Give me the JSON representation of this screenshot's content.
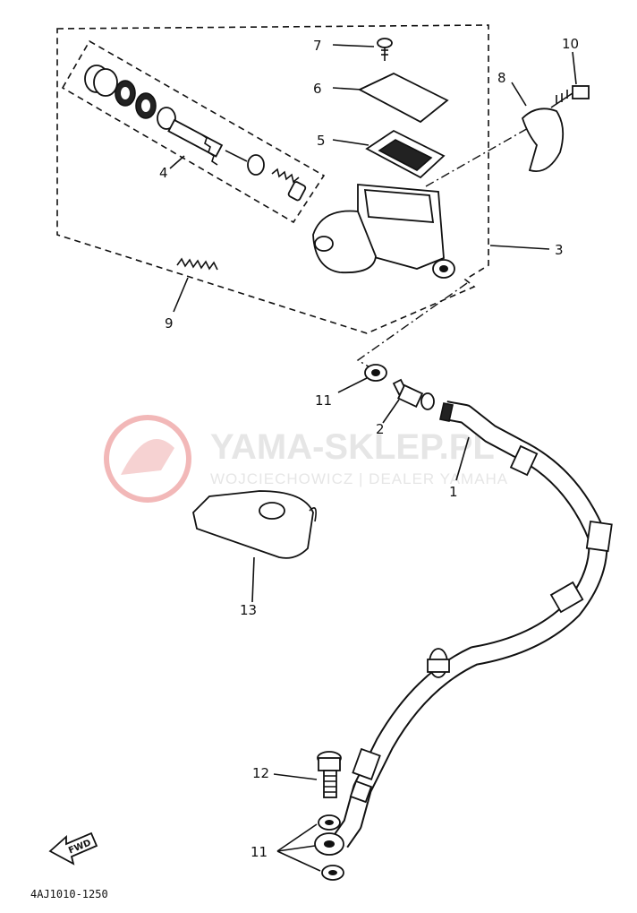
{
  "callouts": {
    "c1": "1",
    "c2": "2",
    "c3": "3",
    "c4": "4",
    "c5": "5",
    "c6": "6",
    "c7": "7",
    "c8": "8",
    "c9": "9",
    "c10": "10",
    "c11a": "11",
    "c11b": "11",
    "c12": "12",
    "c13": "13"
  },
  "watermark": {
    "brand": "YAMA-SKLEP.PL",
    "dealer": "WOJCIECHOWICZ | DEALER YAMAHA"
  },
  "fwd_label": "FWD",
  "diagram_code": "4AJ1010-1250",
  "colors": {
    "ink": "#111111",
    "watermark_logo": "#f2b8b8",
    "watermark_text": "#e6e6e6"
  }
}
